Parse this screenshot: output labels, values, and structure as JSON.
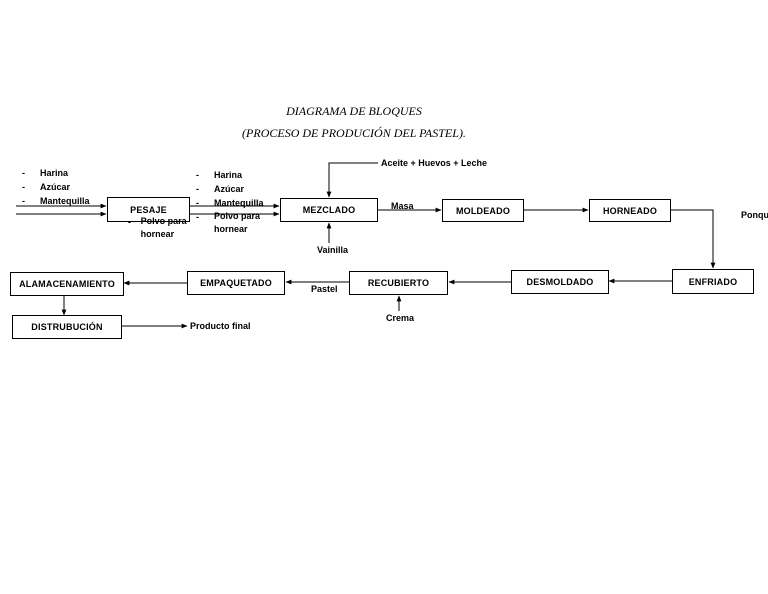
{
  "title_line1": "DIAGRAMA DE BLOQUES",
  "title_line2": "(PROCESO DE PRODUCIÓN DEL PASTEL).",
  "blocks": {
    "pesaje": "PESAJE",
    "mezclado": "MEZCLADO",
    "moldeado": "MOLDEADO",
    "horneado": "HORNEADO",
    "enfriado": "ENFRIADO",
    "desmoldado": "DESMOLDADO",
    "recubierto": "RECUBIERTO",
    "empaquetado": "EMPAQUETADO",
    "almacenamiento": "ALAMACENAMIENTO",
    "distribucion": "DISTRUBUCIÓN"
  },
  "inputs_pesaje": [
    "Harina",
    "Azúcar",
    "Mantequilla",
    "Polvo para hornear"
  ],
  "inputs_mezclado": [
    "Harina",
    "Azúcar",
    "Mantequilla",
    "Polvo para hornear"
  ],
  "list_dash": "-",
  "labels": {
    "aceite": "Aceite + Huevos + Leche",
    "vainilla": "Vainilla",
    "masa": "Masa",
    "ponque": "Ponqu",
    "pastel": "Pastel",
    "crema": "Crema",
    "producto_final": "Producto final"
  }
}
